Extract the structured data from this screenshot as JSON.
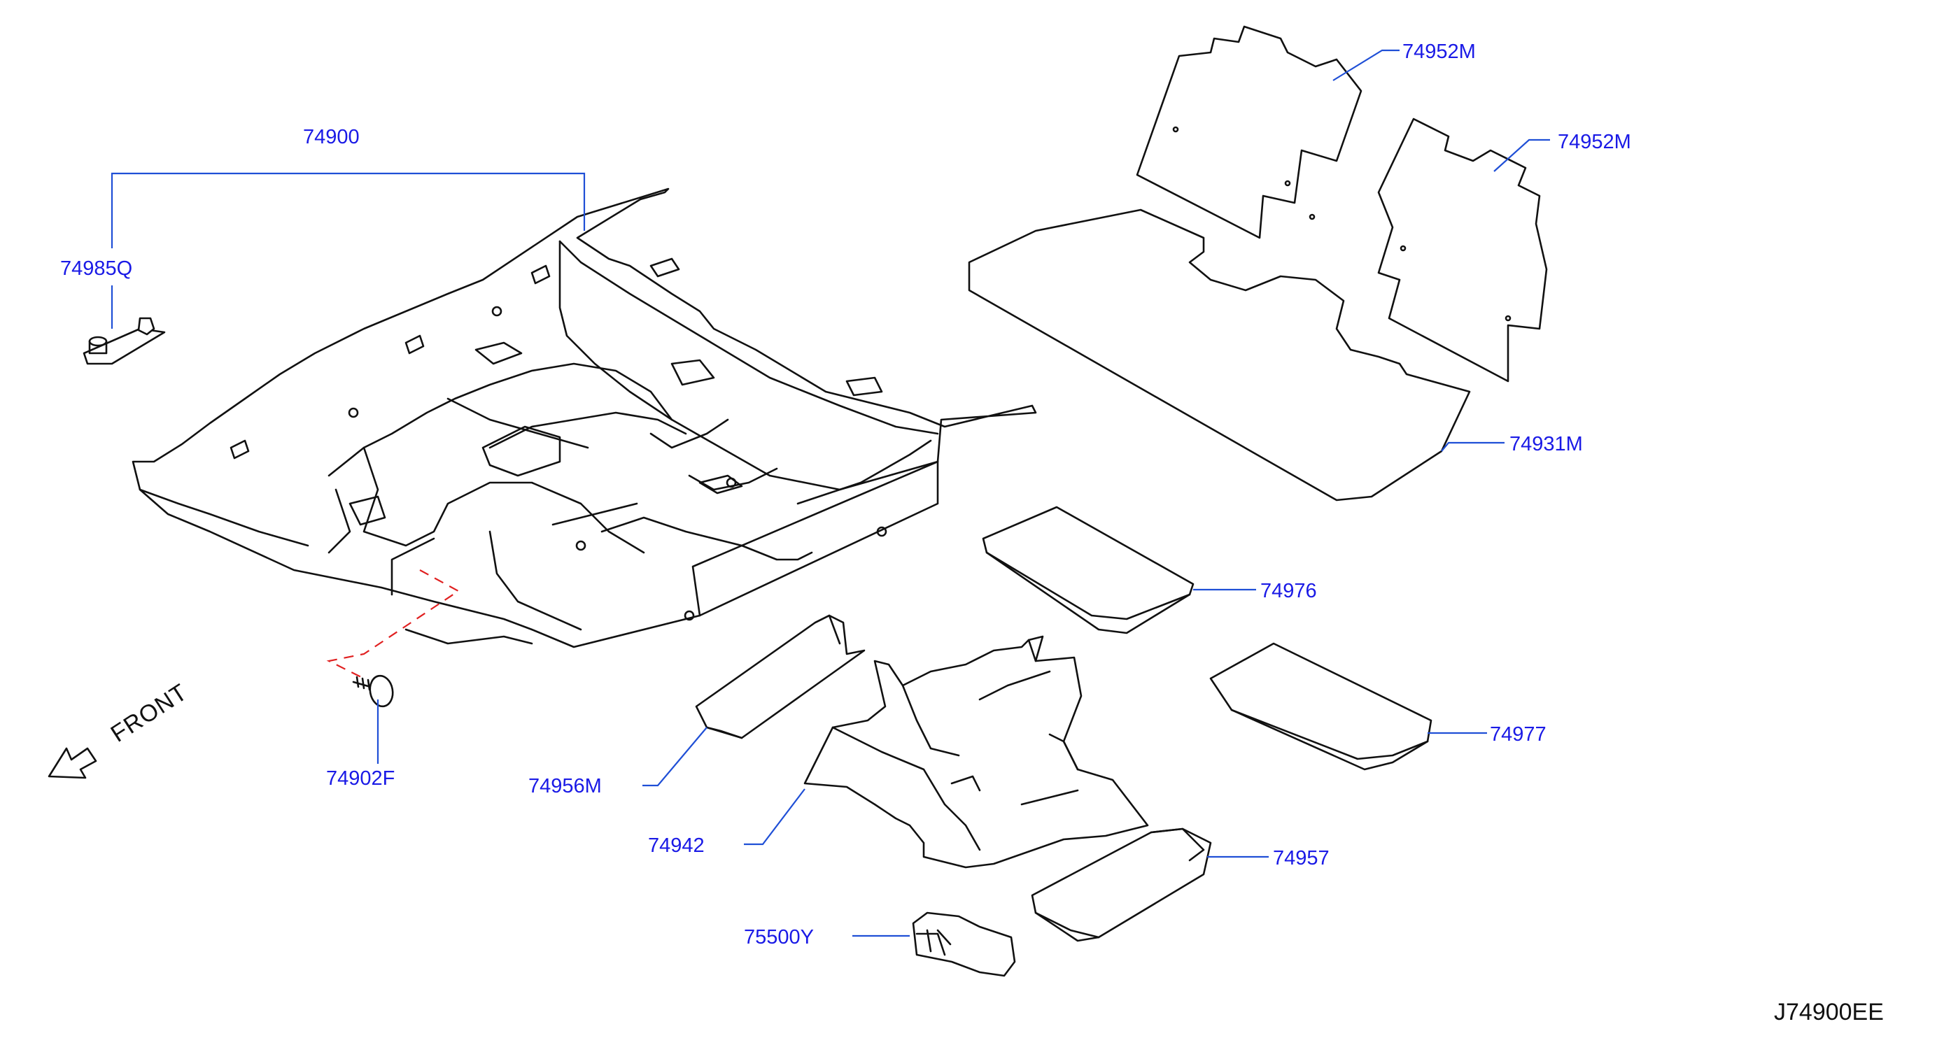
{
  "diagram_code": "J74900EE",
  "front_label": "FRONT",
  "callouts": {
    "floor_carpet": "74900",
    "clip": "74985Q",
    "clip_screw": "74902F",
    "rear_mat_left": "74952M",
    "rear_mat_right": "74952M",
    "rear_carpet": "74931M",
    "insulator_a": "74976",
    "insulator_b": "74977",
    "front_mat": "74956M",
    "tunnel_insulator": "74942",
    "rear_insulator": "74957",
    "spacer": "75500Y"
  },
  "colors": {
    "callout_text": "#1a1ae6",
    "leader_line": "#1f4fd6",
    "dashed_guide": "#e02020",
    "outline": "#111111"
  }
}
